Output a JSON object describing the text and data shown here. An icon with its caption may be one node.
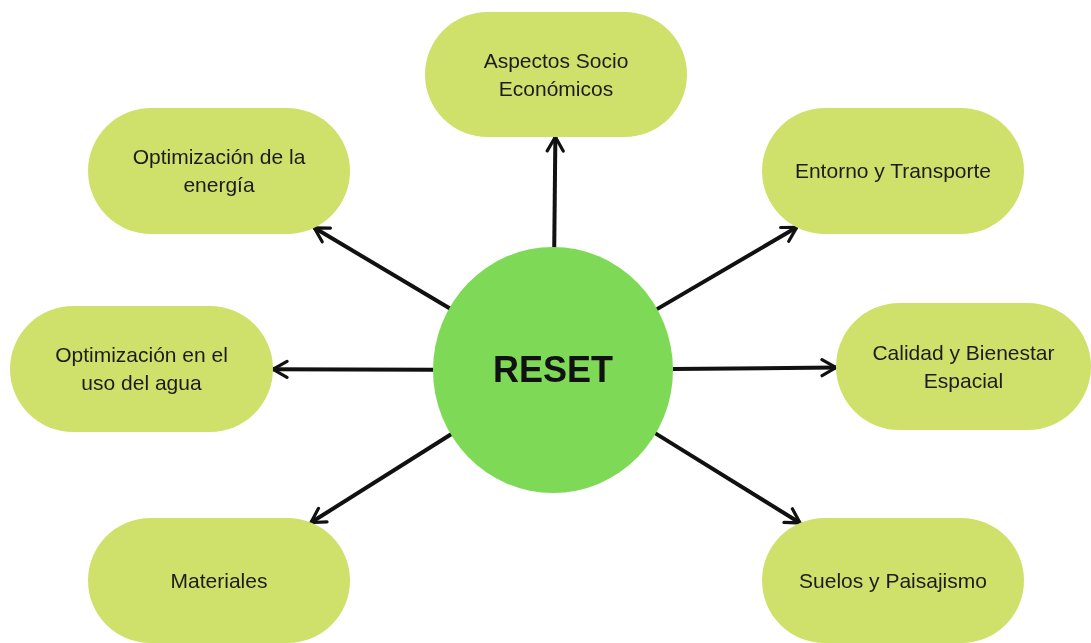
{
  "diagram": {
    "nodes": [
      {
        "text": [
          "RESET"
        ]
      },
      {
        "text": [
          "Aspectos Socio Económicos"
        ]
      },
      {
        "text": [
          "Optimización de la energía"
        ]
      },
      {
        "text": [
          "Entorno y Transporte"
        ]
      },
      {
        "text": [
          "Optimización en el uso del agua"
        ]
      },
      {
        "text": [
          "Calidad y Bienestar Espacial"
        ]
      },
      {
        "text": [
          "Materiales"
        ]
      },
      {
        "text": [
          "Suelos y Paisajismo"
        ]
      }
    ],
    "edges": [
      {
        "from": 0,
        "to": 1,
        "arrow": "to"
      },
      {
        "from": 0,
        "to": 2,
        "arrow": "to"
      },
      {
        "from": 0,
        "to": 3,
        "arrow": "to"
      },
      {
        "from": 0,
        "to": 4,
        "arrow": "to"
      },
      {
        "from": 0,
        "to": 5,
        "arrow": "to"
      },
      {
        "from": 0,
        "to": 6,
        "arrow": "to"
      },
      {
        "from": 0,
        "to": 7,
        "arrow": "to"
      }
    ]
  }
}
